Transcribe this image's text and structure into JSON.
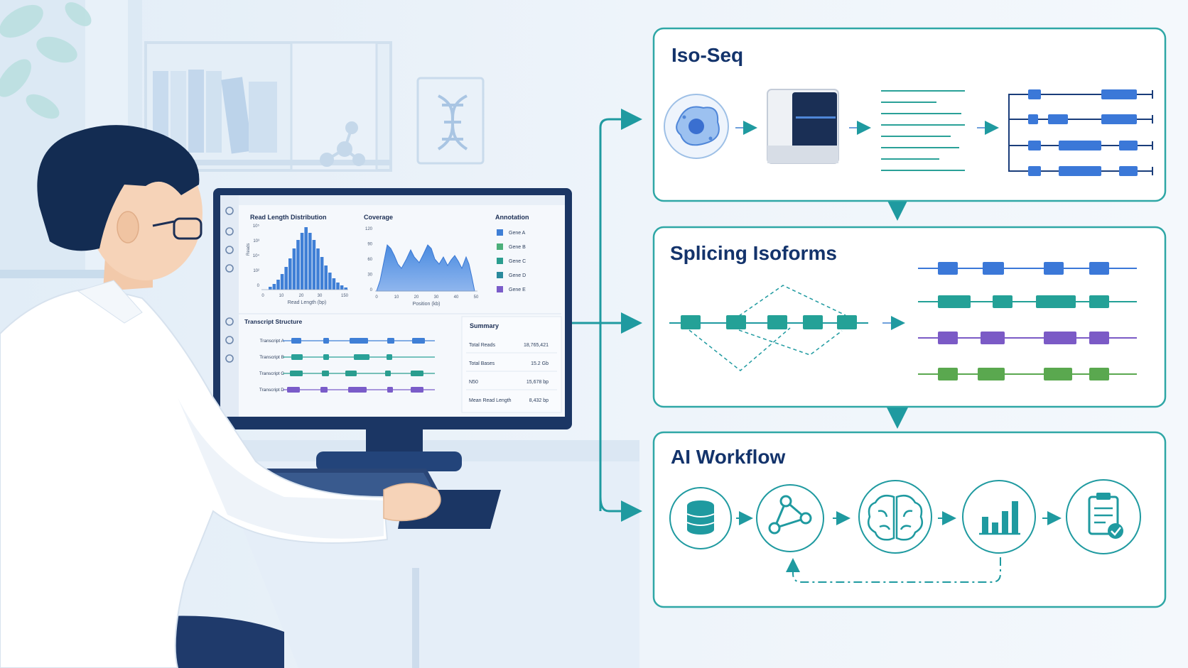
{
  "monitor": {
    "read_length": {
      "title": "Read Length Distribution",
      "ylabel": "Reads",
      "xlabel": "Read Length (bp)",
      "yticks": [
        "10⁵",
        "10³",
        "10⁴",
        "10²",
        "0"
      ],
      "xticks": [
        "0",
        "10",
        "20",
        "30",
        "150"
      ]
    },
    "coverage": {
      "title": "Coverage",
      "xlabel": "Position (kb)",
      "yticks": [
        "120",
        "90",
        "60",
        "30",
        "0"
      ],
      "xticks": [
        "0",
        "10",
        "20",
        "30",
        "40",
        "50"
      ]
    },
    "annotation": {
      "title": "Annotation",
      "items": [
        {
          "label": "Gene A",
          "color": "#3f7fd6"
        },
        {
          "label": "Gene B",
          "color": "#4caf7a"
        },
        {
          "label": "Gene C",
          "color": "#2a9d8f"
        },
        {
          "label": "Gene D",
          "color": "#2a8a9d"
        },
        {
          "label": "Gene E",
          "color": "#7a5cc9"
        }
      ]
    },
    "transcripts": {
      "title": "Transcript Structure",
      "items": [
        {
          "label": "Transcript A",
          "color": "#3f7fd6"
        },
        {
          "label": "Transcript B",
          "color": "#2aa198"
        },
        {
          "label": "Transcript C",
          "color": "#2a9d8f"
        },
        {
          "label": "Transcript D",
          "color": "#7a5cc9"
        }
      ]
    },
    "summary": {
      "title": "Summary",
      "rows": [
        {
          "label": "Total Reads",
          "value": "18,765,421"
        },
        {
          "label": "Total Bases",
          "value": "15.2 Gb"
        },
        {
          "label": "N50",
          "value": "15,678 bp"
        },
        {
          "label": "Mean Read Length",
          "value": "8,432 bp"
        }
      ]
    }
  },
  "panels": {
    "isoseq": {
      "title": "Iso-Seq"
    },
    "splicing": {
      "title": "Splicing Isoforms"
    },
    "ai": {
      "title": "AI Workflow"
    }
  },
  "colors": {
    "accent": "#1f9aa0",
    "navy": "#13336b",
    "blue": "#3b78d8",
    "teal": "#24a197",
    "purple": "#7b5ac6",
    "green": "#5aa84f"
  },
  "icons": [
    "cell-icon",
    "sequencer-icon",
    "dna-icon",
    "molecule-icon",
    "database-icon",
    "network-icon",
    "brain-icon",
    "bar-chart-icon",
    "report-check-icon"
  ]
}
